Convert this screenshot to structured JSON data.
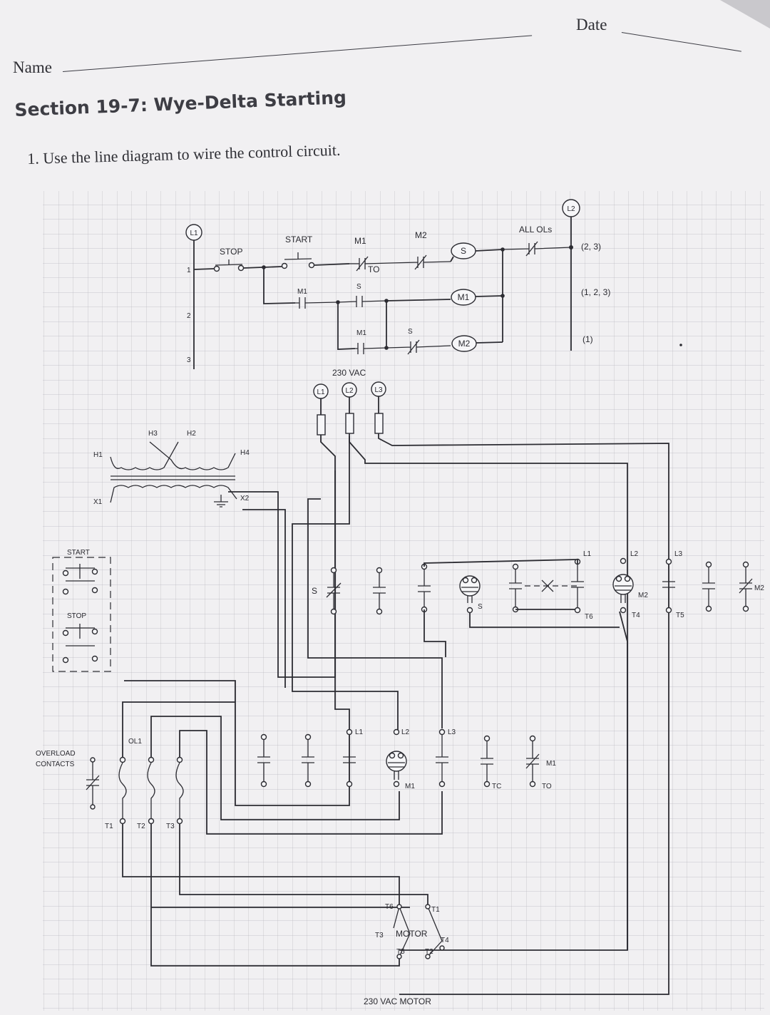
{
  "header": {
    "name_label": "Name",
    "date_label": "Date",
    "section_title": "Section 19-7: Wye-Delta Starting",
    "question": "1. Use the line diagram to wire the control circuit."
  },
  "line_diagram": {
    "l1": "L1",
    "l2": "L2",
    "line_numbers": [
      "1",
      "2",
      "3"
    ],
    "stop": "STOP",
    "start": "START",
    "m1": "M1",
    "m2": "M2",
    "to": "TO",
    "s": "S",
    "all_ols": "ALL OLs",
    "coil_s": "S",
    "coil_m1": "M1",
    "coil_m2": "M2",
    "cross_ref_1": "(2, 3)",
    "cross_ref_2": "(1, 2, 3)",
    "cross_ref_3": "(1)"
  },
  "wiring": {
    "supply": "230 VAC",
    "supply_l1": "L1",
    "supply_l2": "L2",
    "supply_l3": "L3",
    "transformer": {
      "h1": "H1",
      "h2": "H2",
      "h3": "H3",
      "h4": "H4",
      "x1": "X1",
      "x2": "X2"
    },
    "pushbutton_start": "START",
    "pushbutton_stop": "STOP",
    "contact_s": "S",
    "coil_s": "S",
    "s_contactor": {
      "l1": "L1",
      "l2": "L2",
      "l3": "L3",
      "t6": "T6",
      "t4": "T4",
      "t5": "T5",
      "coil": "M2"
    },
    "m2_aux": "M2",
    "overload_contacts": "OVERLOAD\nCONTACTS",
    "ol1": "OL1",
    "ol_t1": "T1",
    "ol_t2": "T2",
    "ol_t3": "T3",
    "m1_contactor": {
      "l1": "L1",
      "l2": "L2",
      "l3": "L3",
      "coil": "M1"
    },
    "tc": "TC",
    "to_contact": "M1",
    "to_label": "TO",
    "motor": {
      "name": "MOTOR",
      "t1": "T1",
      "t2": "T2",
      "t3": "T3",
      "t4": "T4",
      "t5": "T5",
      "t6": "T6"
    },
    "motor_caption": "230 VAC MOTOR"
  }
}
